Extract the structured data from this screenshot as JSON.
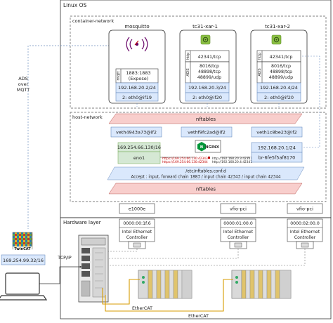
{
  "os_label": "Linux OS",
  "container_network_label": "container-network",
  "host_network_label": "host-network",
  "hardware_layer_label": "Hardware layer",
  "ads_over_mqtt_label": [
    "ADS",
    "over",
    "MQTT"
  ],
  "containers": [
    {
      "name": "mosquitto",
      "port_proto": "mqtt",
      "ports": [
        "1883:1883",
        "(Expose)"
      ],
      "ip": "192.168.20.2/24",
      "iface": "2: eth0@if19"
    },
    {
      "name": "tc31-xar-1",
      "http_label": "http",
      "http_port": "42341/tcp",
      "ads_label": "ADS",
      "ads_ports": [
        "8016/tcp",
        "48898/tcp",
        "48899/udp"
      ],
      "ip": "192.168.20.3/24",
      "iface": "2: eth0@if20"
    },
    {
      "name": "tc31-xar-2",
      "http_label": "http",
      "http_port": "42341/tcp",
      "ads_label": "ADS",
      "ads_ports": [
        "8016/tcp",
        "48898/tcp",
        "48899/udp"
      ],
      "ip": "192.168.20.4/24",
      "iface": "2: eth0@if20"
    }
  ],
  "nftables_label": "nftables",
  "veths": [
    "veth4943a73@if2",
    "vethf9fc2ad@if2",
    "veth1c8be23@if2"
  ],
  "eno1": {
    "ip": "169.254.66.130/16",
    "name": "eno1"
  },
  "nginx_label": "NGINX",
  "nginx_routes": {
    "left": [
      "https://169.254.66.130:42343",
      "https://169.254.66.130:42344"
    ],
    "right": [
      "http://192.168.20.3:42341",
      "http://192.168.20.4:42341"
    ]
  },
  "bridge": {
    "ip": "192.168.20.1/24",
    "name": "br-6fe5f5af8170"
  },
  "nft_config": {
    "file": "/etc/nftables.conf.d",
    "rules": "Accept : input, forward chain  1883 / input chain 42343 / input chain 42344"
  },
  "nics": [
    {
      "driver": "e1000e",
      "pci": "0000:00:1f.6",
      "desc": [
        "Intel Ethernet",
        "Controller"
      ]
    },
    {
      "driver": "vfio-pci",
      "pci": "0000:01:00.0",
      "desc": [
        "Intel Ethernet",
        "Controller"
      ]
    },
    {
      "driver": "vfio-pci",
      "pci": "0000:02:00.0",
      "desc": [
        "Intel Ethernet",
        "Controller"
      ]
    }
  ],
  "twincat_label": "TwinCAT",
  "laptop_ip": "169.254.99.32/16",
  "tcpip_label": "TCP/IP",
  "ethercat_labels": [
    "EtherCAT",
    "EtherCAT"
  ],
  "colors": {
    "blue_fill": "#dae8fc",
    "blue_stroke": "#6c8ebf",
    "red_fill": "#f8cecc",
    "red_stroke": "#b85450",
    "green_fill": "#d5e8d4",
    "green_stroke": "#82b366",
    "ethercat_line": "#d79b00",
    "mqtt_line": "#6c8ebf"
  }
}
